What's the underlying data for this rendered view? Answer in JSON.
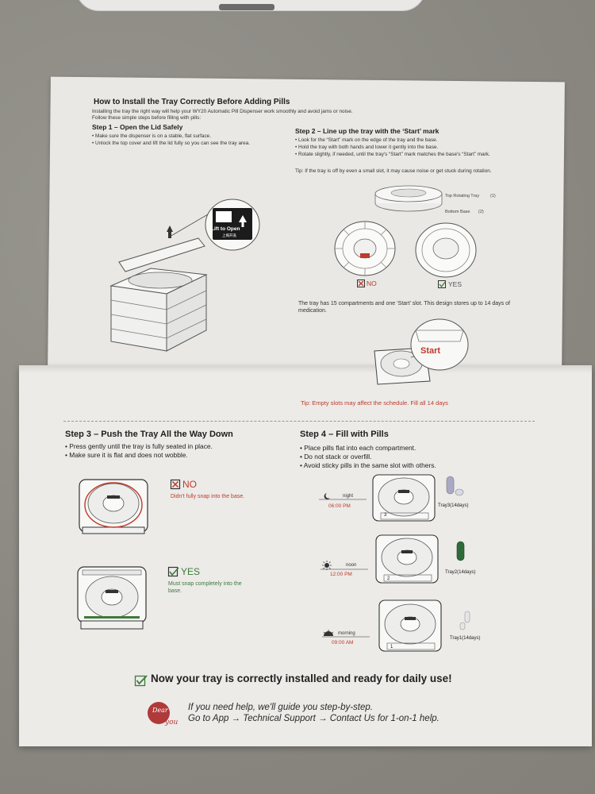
{
  "title": "How to Install the Tray Correctly Before Adding Pills",
  "intro_line1": "Installing the tray the right way will help your WY20 Automatic Pill Dispenser work smoothly and avoid jams or noise.",
  "intro_line2": "Follow these simple steps before filling with pills:",
  "step1": {
    "heading": "Step 1 – Open the Lid Safely",
    "bullets": [
      "• Make sure the dispenser is on a stable, flat surface.",
      "• Unlock the top cover and lift the lid fully so you can see the tray area."
    ],
    "sign_label": "Lift to Open",
    "sign_sub": "上揭开盖"
  },
  "step2": {
    "heading": "Step 2 – Line up the tray with the ‘Start’ mark",
    "bullets": [
      "• Look for the “Start” mark on the edge of the tray and the base.",
      "• Hold the tray with both hands and lower it gently into the base.",
      "• Rotate slightly, if needed, until the tray's “Start” mark matches the base's “Start” mark."
    ],
    "tip": "Tip: If the tray is off by even a small slot, it may cause noise or get stuck during rotation.",
    "label_top": "Top Rotating Tray",
    "label_top_num": "(1)",
    "label_bottom": "Bottom Base",
    "label_bottom_num": "(2)",
    "no_label": "NO",
    "yes_label": "YES",
    "compartments_text": "The tray has 15 compartments and one ‘Start’ slot. This design stores up to 14 days of medication.",
    "start_label": "Start",
    "tip_red": "Tip: Empty slots may affect the schedule. Fill all 14 days"
  },
  "step3": {
    "heading": "Step 3 – Push the Tray All the Way Down",
    "bullets": [
      "• Press gently until the tray is fully seated in place.",
      "• Make sure it is flat and does not wobble."
    ],
    "no_label": "NO",
    "no_desc": "Didn't fully snap into the base.",
    "yes_label": "YES",
    "yes_desc": "Must snap completely into the base."
  },
  "step4": {
    "heading": "Step 4 – Fill with Pills",
    "bullets": [
      "• Place pills flat into each compartment.",
      "• Do not stack or overfill.",
      "• Avoid sticky pills in the same slot with others."
    ],
    "trays": [
      {
        "period": "night",
        "time": "06:00 PM",
        "label": "Tray3(14days)",
        "num": "3"
      },
      {
        "period": "noon",
        "time": "12:00 PM",
        "label": "Tray2(14days)",
        "num": "2"
      },
      {
        "period": "morning",
        "time": "09:00 AM",
        "label": "Tray1(14days)",
        "num": "1"
      }
    ]
  },
  "final_message": "Now your tray is correctly installed and ready for daily use!",
  "help_logo_top": "Dear",
  "help_logo_bottom": "you",
  "help_line1": "If you need help, we'll guide you step-by-step.",
  "help_line2": "Go to App → Technical Support → Contact Us for 1-on-1 help.",
  "colors": {
    "red": "#c0392b",
    "green": "#3d7a3a",
    "paper": "#ecebe8"
  }
}
